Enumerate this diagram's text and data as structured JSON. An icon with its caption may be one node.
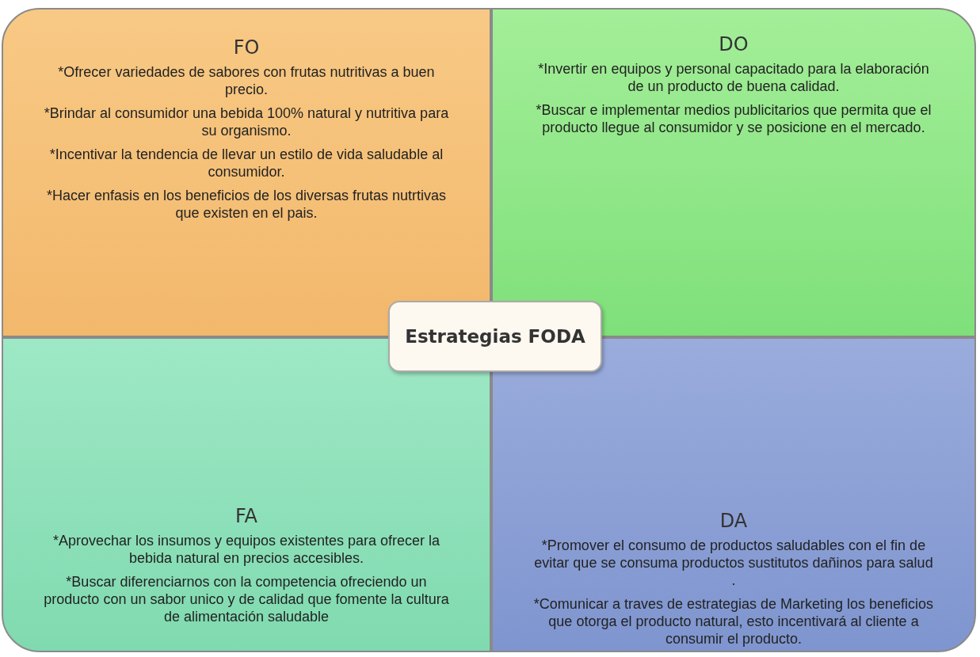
{
  "diagram": {
    "nodes": [
      {
        "text": [
          "FO",
          "*Ofrecer variedades de sabores con frutas nutritivas a buen precio.",
          "*Brindar al consumidor una bebida 100% natural y nutritiva para su organismo.",
          "*Incentivar la tendencia de llevar un estilo de vida saludable al consumidor.",
          "*Hacer enfasis en los beneficios de los diversas frutas nutrtivas que existen en el pais."
        ]
      },
      {
        "text": [
          "DO",
          "*Invertir en equipos y personal capacitado para la elaboración de un producto de buena calidad.",
          "*Buscar e implementar medios publicitarios que permita que el producto llegue al consumidor y se posicione en el mercado."
        ]
      },
      {
        "text": [
          "FA",
          "*Aprovechar los insumos y equipos existentes para ofrecer la bebida natural en precios accesibles.",
          "*Buscar diferenciarnos con la competencia ofreciendo un producto con un sabor unico y de calidad que fomente la cultura de alimentación saludable"
        ]
      },
      {
        "text": [
          "DA",
          "*Promover el consumo de productos saludables con el fin de evitar que se consuma productos sustitutos dañinos para salud .",
          "*Comunicar a traves de estrategias de Marketing los beneficios que otorga el producto natural, esto incentivará al cliente a consumir el producto."
        ]
      },
      {
        "text": [
          "Estrategias FODA"
        ]
      }
    ]
  }
}
